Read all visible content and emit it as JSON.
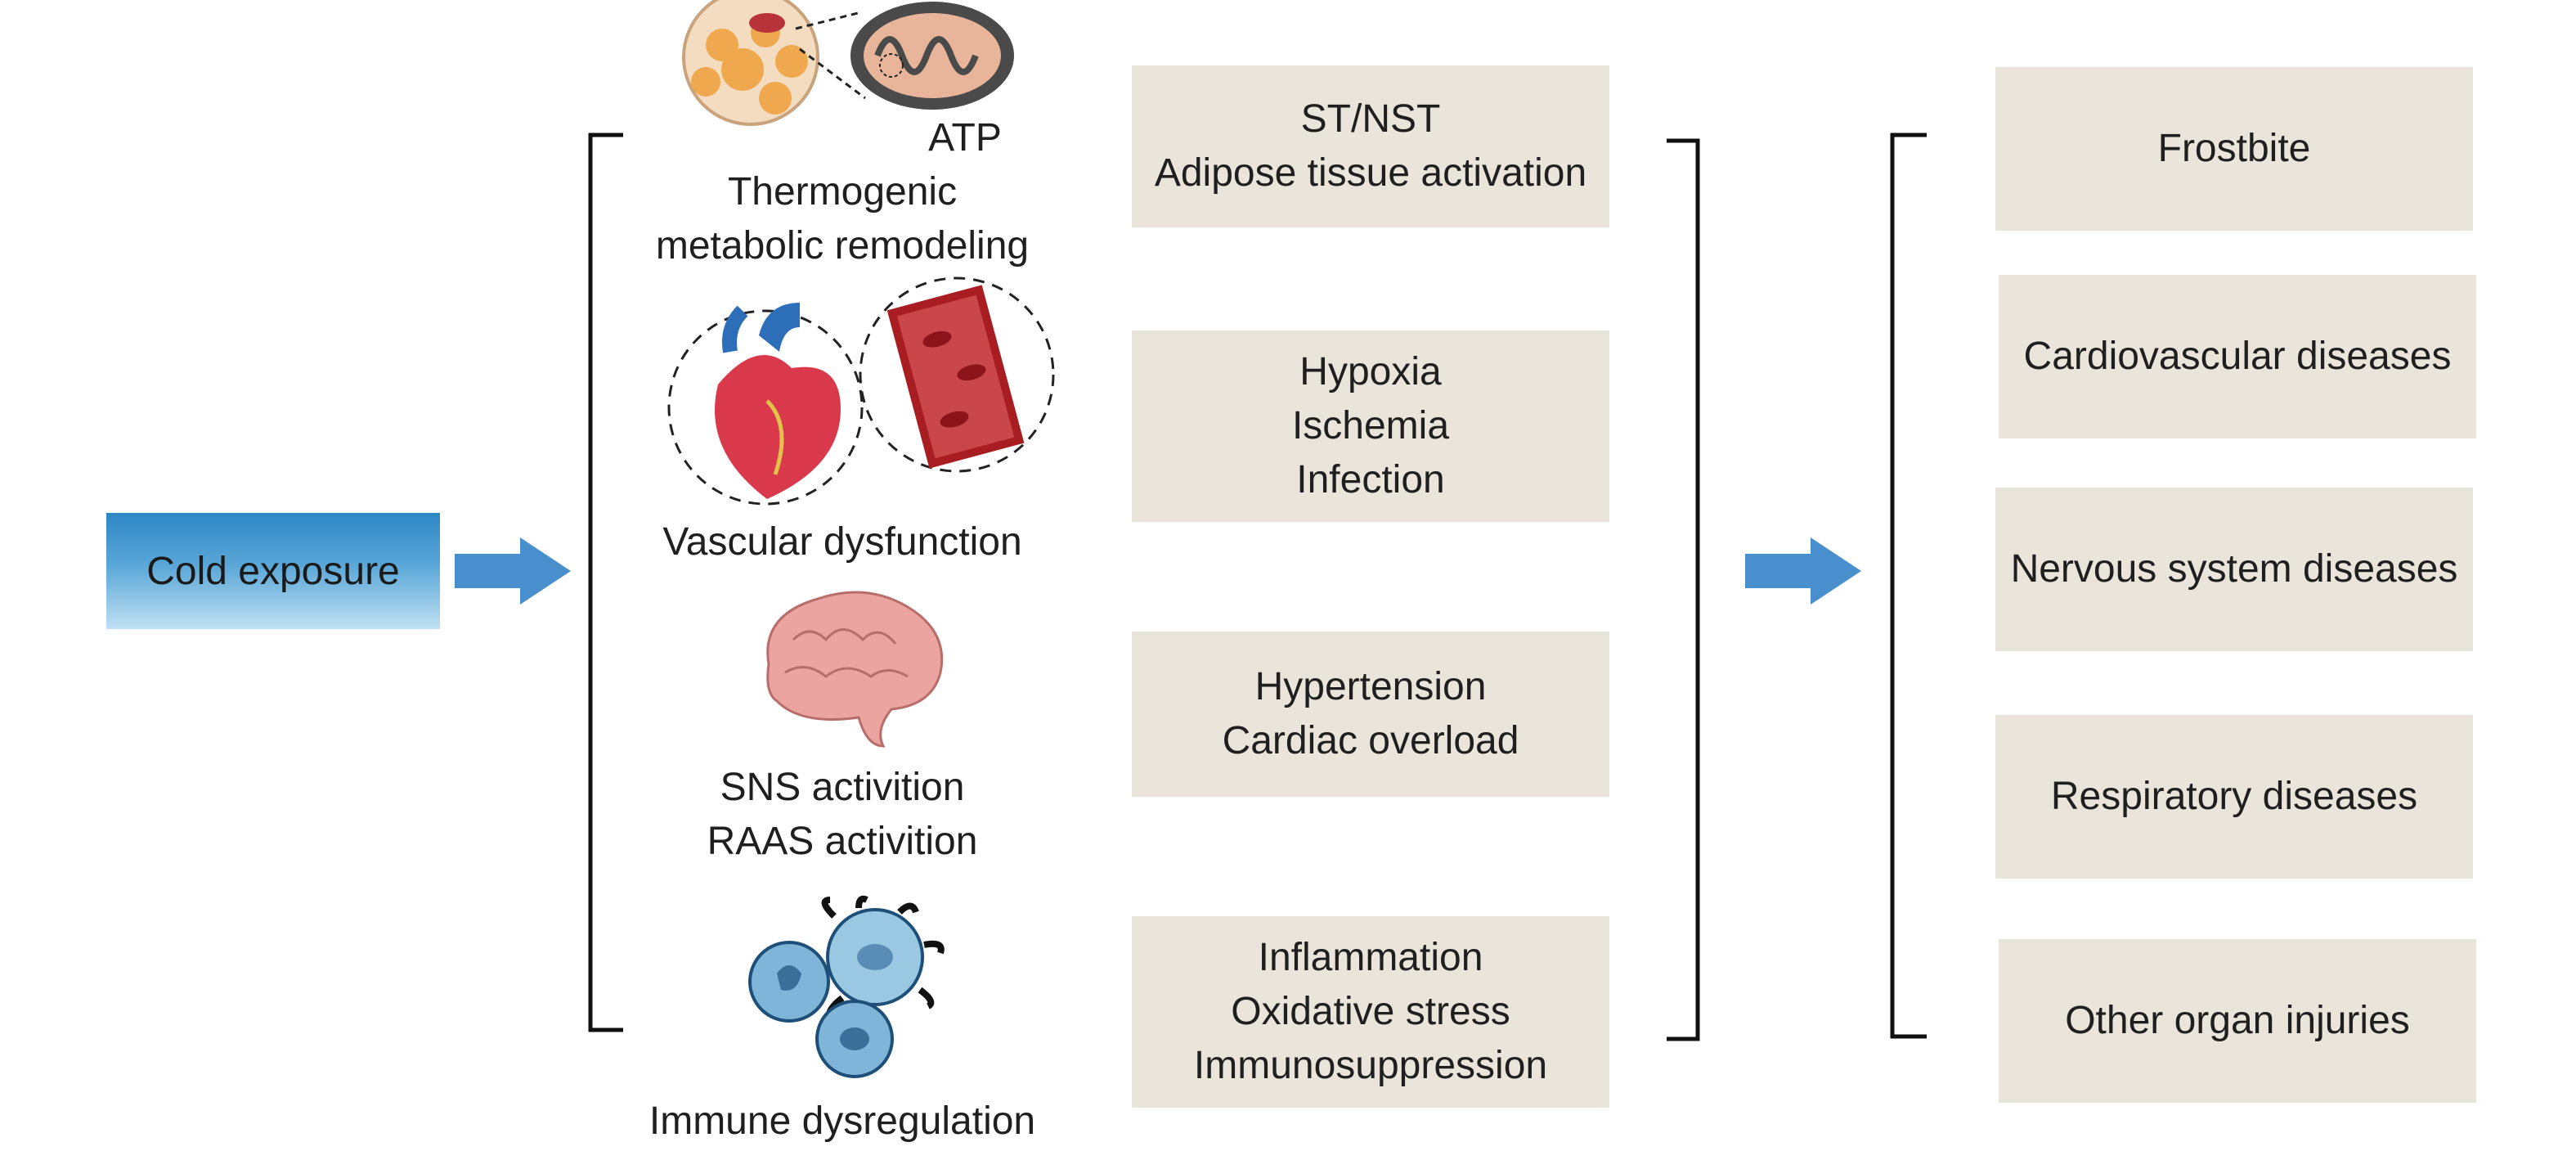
{
  "source": {
    "label": "Cold exposure"
  },
  "mechanisms": [
    {
      "caption_lines": [
        "Thermogenic",
        "metabolic remodeling"
      ],
      "callout": "ATP",
      "icon": "adipocyte-mitochondria-icon"
    },
    {
      "caption_lines": [
        "Vascular dysfunction"
      ],
      "icon": "heart-vessel-icon"
    },
    {
      "caption_lines": [
        "SNS activition",
        "RAAS activition"
      ],
      "icon": "brain-icon"
    },
    {
      "caption_lines": [
        "Immune dysregulation"
      ],
      "icon": "immune-cells-icon"
    }
  ],
  "effects": [
    {
      "lines": [
        "ST/NST",
        "Adipose tissue activation"
      ]
    },
    {
      "lines": [
        "Hypoxia",
        "Ischemia",
        "Infection"
      ]
    },
    {
      "lines": [
        "Hypertension",
        "Cardiac overload"
      ]
    },
    {
      "lines": [
        "Inflammation",
        "Oxidative stress",
        "Immunosuppression"
      ]
    }
  ],
  "outcomes": [
    {
      "label": "Frostbite"
    },
    {
      "label": "Cardiovascular diseases"
    },
    {
      "label": "Nervous system diseases"
    },
    {
      "label": "Respiratory diseases"
    },
    {
      "label": "Other organ injuries"
    }
  ],
  "colors": {
    "box_fill": "#e9e5da",
    "arrow": "#4a8fcd",
    "source_top": "#2d86c4",
    "source_bottom": "#bfe0f2"
  }
}
